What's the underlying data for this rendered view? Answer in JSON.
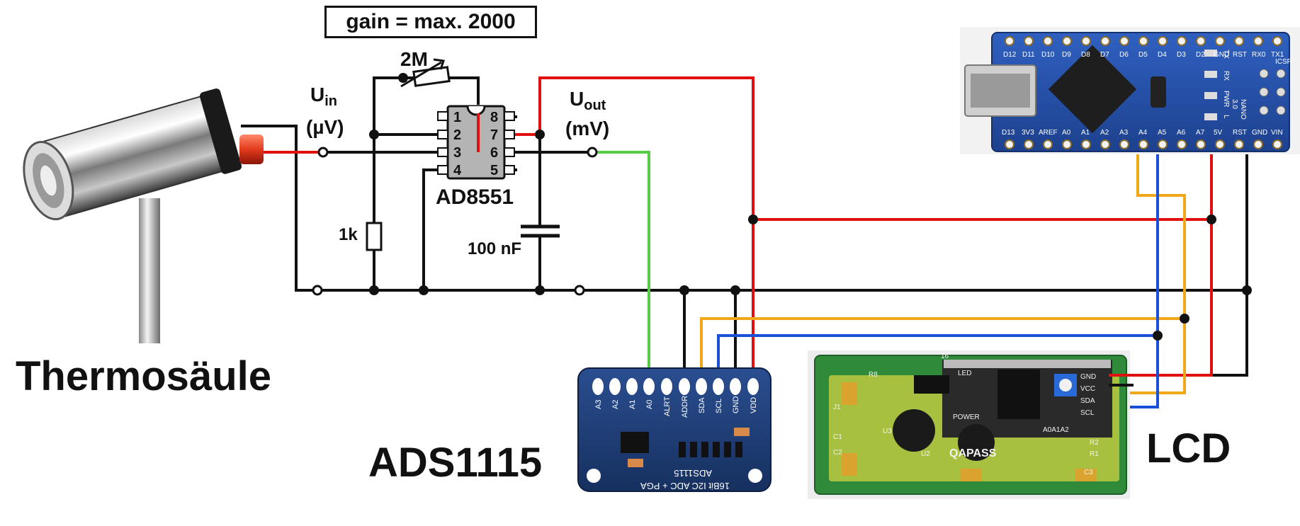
{
  "labels": {
    "gain": "gain = max. 2000",
    "potentiometer": "2M",
    "uin_main": "U",
    "uin_sub": "in",
    "uin_unit": "(µV)",
    "uout_main": "U",
    "uout_sub": "out",
    "uout_unit": "(mV)",
    "opamp": "AD8551",
    "resistor": "1k",
    "capacitor": "100 nF",
    "thermopile": "Thermosäule",
    "adc": "ADS1115",
    "lcd": "LCD"
  },
  "opamp_pins": [
    "1",
    "2",
    "3",
    "4",
    "8",
    "7",
    "6",
    "5"
  ],
  "adc_pins": [
    "A3",
    "A2",
    "A1",
    "A0",
    "ALRT",
    "ADDR",
    "SDA",
    "SCL",
    "GND",
    "VDD"
  ],
  "adc_board_text": [
    "ADS1115",
    "16Bit I2C ADC + PGA"
  ],
  "arduino_top_pins": [
    "D12",
    "D11",
    "D10",
    "D9",
    "D8",
    "D7",
    "D6",
    "D5",
    "D4",
    "D3",
    "D2",
    "GND",
    "RST",
    "RX0",
    "TX1"
  ],
  "arduino_bottom_pins": [
    "D13",
    "3V3",
    "AREF",
    "A0",
    "A1",
    "A2",
    "A3",
    "A4",
    "A5",
    "A6",
    "A7",
    "5V",
    "RST",
    "GND",
    "VIN"
  ],
  "arduino_board_text": [
    "NANO",
    "3.0",
    "TX",
    "RX",
    "PWR",
    "L",
    "ICSP"
  ],
  "lcd_i2c_pins": [
    "GND",
    "VCC",
    "SDA",
    "SCL"
  ],
  "lcd_board_text": [
    "QAPASS",
    "LED",
    "POWER",
    "A0A1A2",
    "U2",
    "U3",
    "C1",
    "C2",
    "C3",
    "R1",
    "R2",
    "R8",
    "J1",
    "16"
  ],
  "colors": {
    "wire_black": "#111111",
    "wire_red": "#e01010",
    "wire_green": "#55cc44",
    "wire_orange": "#f0a818",
    "wire_blue": "#1a4fd8",
    "adc_board": "#1d3d7a",
    "arduino_board": "#2b57b8",
    "lcd_board": "#2f8a3a",
    "lcd_screen": "#a8c040"
  }
}
